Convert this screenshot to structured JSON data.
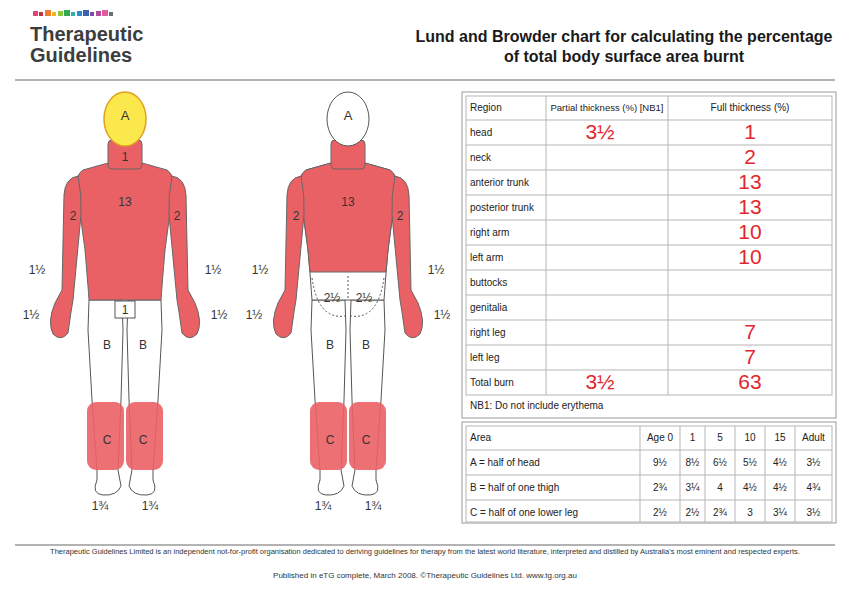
{
  "diagram": {
    "title": "Lund and Browder chart for calculating the percentage of total body surface area burnt",
    "labels": [
      "Therapeutic Guidelines",
      "A",
      "1",
      "13",
      "2",
      "2",
      "1½",
      "1½",
      "1½",
      "1½",
      "1",
      "B",
      "B",
      "C",
      "C",
      "1¾",
      "1¾",
      "A",
      "13",
      "2",
      "2",
      "1½",
      "1½",
      "1½",
      "1½",
      "2½",
      "2½",
      "B",
      "B",
      "C",
      "C",
      "1¾",
      "1¾",
      "Region",
      "Partial thickness (%) [NB1]",
      "Full thickness (%)",
      "head",
      "3½",
      "1",
      "neck",
      "2",
      "anterior trunk",
      "13",
      "posterior trunk",
      "13",
      "right arm",
      "10",
      "left arm",
      "10",
      "buttocks",
      "genitalia",
      "right leg",
      "7",
      "left leg",
      "7",
      "Total burn",
      "3½",
      "63",
      "NB1: Do not include erythema",
      "Area",
      "Age 0",
      "1",
      "5",
      "10",
      "15",
      "Adult",
      "A = half of head",
      "9½",
      "8½",
      "6½",
      "5½",
      "4½",
      "3½",
      "B = half of one thigh",
      "2¾",
      "3¼",
      "4",
      "4½",
      "4½",
      "4¾",
      "C = half of one lower leg",
      "2½",
      "2½",
      "2¾",
      "3",
      "3¼",
      "3½",
      "Therapeutic Guidelines Limited is an independent not-for-profit organisation dedicated to deriving guidelines for therapy from the latest world literature, interpreted and distilled by Australia's most eminent and respected experts.",
      "Published in eTG complete, March 2008. ©Therapeutic Guidelines Ltd. www.tg.org.au"
    ]
  }
}
